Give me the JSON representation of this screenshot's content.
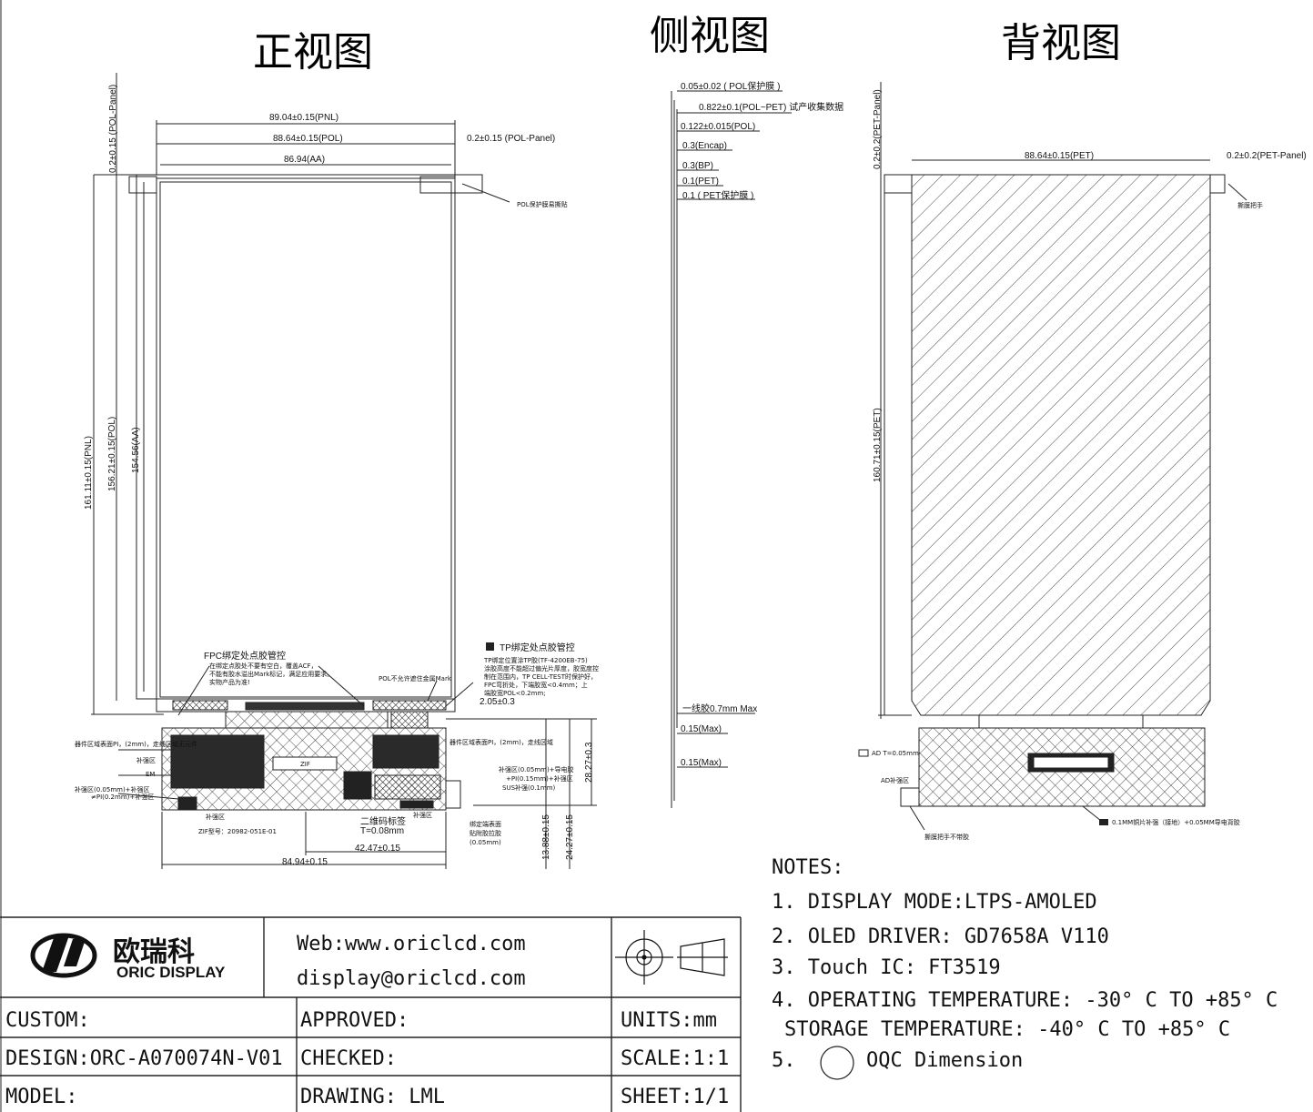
{
  "titles": {
    "front": "正视图",
    "side": "侧视图",
    "back": "背视图"
  },
  "front": {
    "dim_pnl_width": "89.04±0.15(PNL)",
    "dim_pol_width": "88.64±0.15(POL)",
    "dim_pol_panel": "0.2±0.15 (POL-Panel)",
    "dim_aa_width": "86.94(AA)",
    "dim_top_offset": "0.2±0.15 (POL-Panel)",
    "dim_pnl_height": "161.11±0.15(PNL)",
    "dim_pol_height": "156.21±0.15(POL)",
    "dim_aa_height": "154.56(AA)",
    "pol_tab_note": "POL保护膜易撕贴",
    "fpc_note_title": "FPC绑定处点胶管控",
    "fpc_note_1": "在绑定点胶处不要有空白，覆盖ACF，",
    "fpc_note_2": "不能有胶水溢出Mark标记，满足应用要求。",
    "fpc_note_3": "实物产品为准!",
    "tp_note_title": "TP绑定处点胶管控",
    "tp_note_1": "TP绑定位置涂TP胶(TF-4200EB-75)",
    "tp_note_2": "涂胶高度不能超过偏光片厚度，胶宽度控",
    "tp_note_3": "制在范围内，TP CELL-TEST时保护好，",
    "tp_note_4": "FPC弯折处，下端胶宽<0.4mm；上",
    "tp_note_5": "端胶宽POL<0.2mm;",
    "pol_mark_note": "POL不允许遮住金属Mark",
    "dim_2_05": "2.05±0.3",
    "dim_fpc_width": "84.94±0.15",
    "dim_42_47": "42.47±0.15",
    "dim_13_88": "13.88±0.15",
    "dim_24_27": "24.27±0.15",
    "dim_28_27": "28.27±0.3",
    "lbl_zif": "ZIF",
    "lbl_zif_model": "ZIF型号：20982-051E-01",
    "lbl_qr": "二维码标签",
    "lbl_qr_t": "T=0.08mm",
    "lbl_stiffener_left": "补强区",
    "lbl_stiffener_right": "补强区",
    "lbl_tape_1": "绑定端表面",
    "lbl_tape_2": "贴附胶拉胶",
    "lbl_tape_3": "(0.05mm)",
    "fpc_left_note_1": "器件区域表面PI，(2mm)，走线区域无元件",
    "fpc_left_note_2": "补强区",
    "fpc_left_note_3": "EM",
    "fpc_left_note_4": "补强区(0.05mm)+补强区",
    "fpc_left_note_5": "≠PI(0.2mm)+补强区",
    "fpc_right_note_1": "器件区域表面PI，(2mm)，走线区域",
    "fpc_right_note_2": "补强区(0.05mm)+导电胶",
    "fpc_right_note_3": "+PI(0.15mm)+补强区",
    "fpc_right_note_4": "SUS补强(0.1mm)"
  },
  "side": {
    "l1": "0.05±0.02 ( POL保护膜 )",
    "l2": "0.822±0.1(POL~PET) 试产收集数据",
    "l3": "0.122±0.015(POL)",
    "l4": "0.3(Encap)",
    "l5": "0.3(BP)",
    "l6": "0.1(PET)",
    "l7": "0.1 ( PET保护膜 )",
    "l8": "一线胶0.7mm Max",
    "l9": "0.15(Max)",
    "l10": "0.15(Max)"
  },
  "back": {
    "dim_pet_width": "88.64±0.15(PET)",
    "dim_pet_panel": "0.2±0.2(PET-Panel)",
    "dim_top_offset": "0.2±0.2(PET-Panel)",
    "dim_pet_height": "160.71±0.15(PET)",
    "tab_note": "撕膜把手",
    "ad_note": "AD T=0.05mm",
    "ad_area": "AD补强区",
    "tab_note_2": "撕膜把手不带胶",
    "shield_note": "0.1MM铜片补强（接地）+0.05MM导电背胶"
  },
  "notes": {
    "heading": "NOTES:",
    "n1": "1. DISPLAY MODE:LTPS-AMOLED",
    "n2": "2. OLED DRIVER: GD7658A V110",
    "n3": "3. Touch IC: FT3519",
    "n4": "4. OPERATING TEMPERATURE: -30° C TO +85° C",
    "n4b": "STORAGE TEMPERATURE: -40° C TO +85° C",
    "n5_num": "5.",
    "n5_text": "OQC Dimension"
  },
  "titleblock": {
    "logo_cn": "欧瑞科",
    "logo_en": "ORIC DISPLAY",
    "web": "Web:www.oriclcd.com",
    "email": "display@oriclcd.com",
    "custom": "CUSTOM:",
    "approved": "APPROVED:",
    "units": "UNITS:mm",
    "design": "DESIGN:ORC-A070074N-V01",
    "checked": "CHECKED:",
    "scale": "SCALE:1:1",
    "model": "MODEL:",
    "drawing": "DRAWING:  LML",
    "sheet": "SHEET:1/1"
  },
  "icons": [
    "logo-icon",
    "projection-symbol-icon"
  ]
}
